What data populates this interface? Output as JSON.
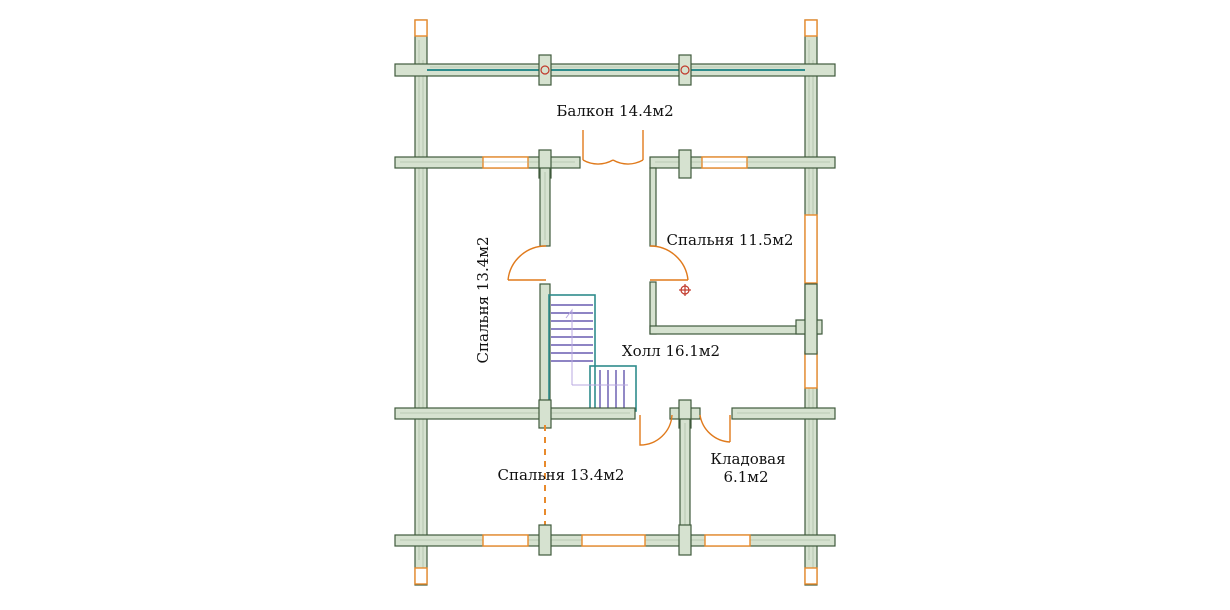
{
  "rooms": {
    "balcony": "Балкон 14.4м2",
    "bedroom_right": "Спальня 11.5м2",
    "bedroom_left": "Спальня 13.4м2",
    "hall": "Холл 16.1м2",
    "bedroom_bottom": "Спальня 13.4м2",
    "storage_name": "Кладовая",
    "storage_area": "6.1м2"
  },
  "colors": {
    "wall_fill": "#d6e2d0",
    "wall_stroke": "#3f5a3c",
    "window": "#e88a2c",
    "door": "#e07a1c",
    "stair": "#4a3aa0",
    "stair_edge": "#2e8c8c",
    "lamp": "#c0392b"
  }
}
